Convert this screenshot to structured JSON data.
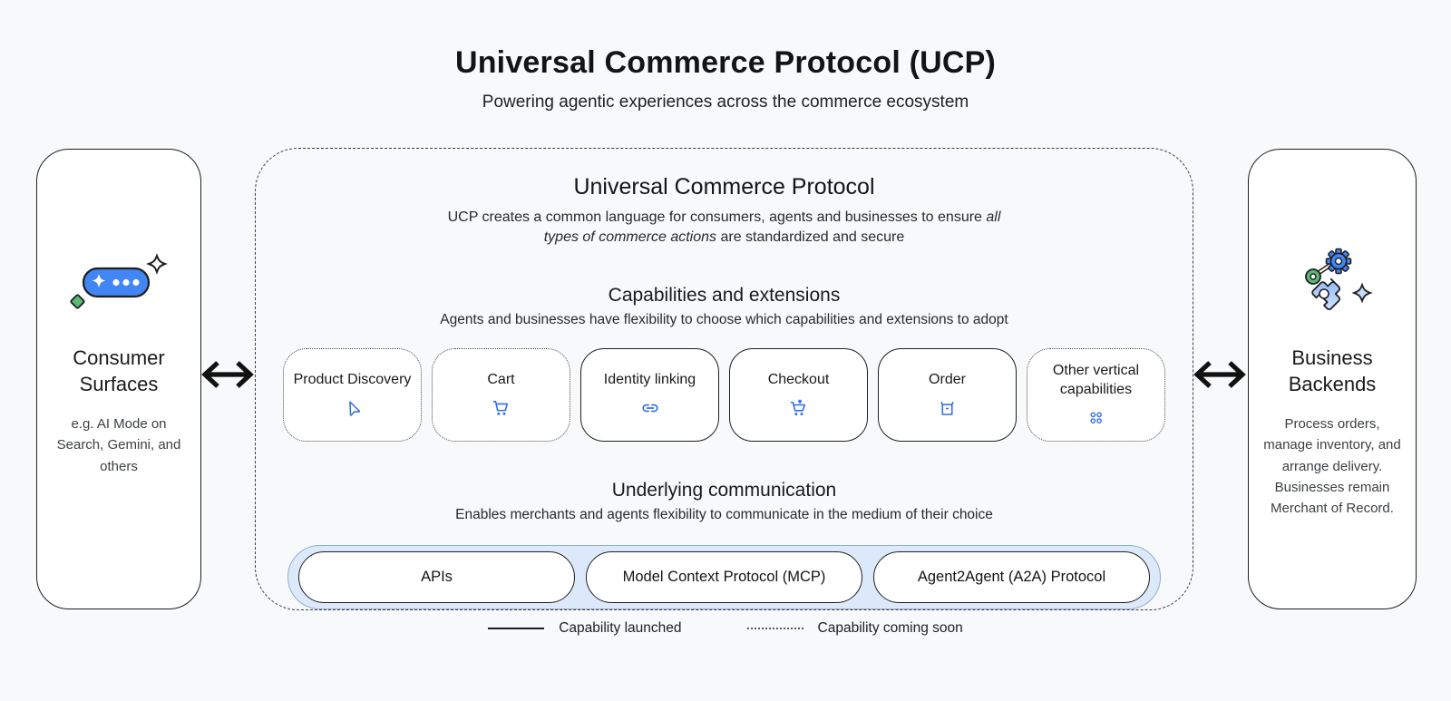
{
  "page": {
    "title": "Universal Commerce Protocol (UCP)",
    "subtitle": "Powering agentic experiences across the commerce ecosystem"
  },
  "left_panel": {
    "title": "Consumer Surfaces",
    "description": "e.g. AI Mode on Search, Gemini, and others",
    "icon": "ai-chat-pill-sparkle-icon"
  },
  "right_panel": {
    "title": "Business Backends",
    "description": "Process orders, manage inventory, and arrange delivery. Businesses remain Merchant of Record.",
    "icon": "gear-automation-sparkle-icon"
  },
  "ucp_box": {
    "title": "Universal Commerce Protocol",
    "description_prefix": "UCP creates a common language for consumers, agents and businesses to ensure ",
    "description_italic": "all types of commerce actions",
    "description_suffix": " are standardized and secure",
    "capabilities_section": {
      "title": "Capabilities and extensions",
      "subtitle": "Agents and businesses have flexibility to choose which capabilities and extensions to adopt",
      "items": [
        {
          "label": "Product Discovery",
          "icon": "send-icon",
          "status": "coming-soon"
        },
        {
          "label": "Cart",
          "icon": "cart-icon",
          "status": "coming-soon"
        },
        {
          "label": "Identity linking",
          "icon": "link-icon",
          "status": "launched"
        },
        {
          "label": "Checkout",
          "icon": "cart-checkout-icon",
          "status": "launched"
        },
        {
          "label": "Order",
          "icon": "order-box-icon",
          "status": "launched"
        },
        {
          "label": "Other vertical capabilities",
          "icon": "grid-dots-icon",
          "status": "coming-soon"
        }
      ]
    },
    "communication_section": {
      "title": "Underlying communication",
      "subtitle": "Enables merchants and agents flexibility to communicate in the medium of their choice",
      "channels": [
        "APIs",
        "Model Context Protocol (MCP)",
        "Agent2Agent (A2A) Protocol"
      ]
    }
  },
  "legend": {
    "launched_label": "Capability launched",
    "coming_soon_label": "Capability coming soon"
  },
  "colors": {
    "background": "#f8f9fa",
    "icon_blue": "#2e6fe8",
    "pill_blue": "#4285f4",
    "band_blue": "#dce9fb",
    "green": "#5bb974",
    "sparkle_blue": "#c3dcf9"
  }
}
